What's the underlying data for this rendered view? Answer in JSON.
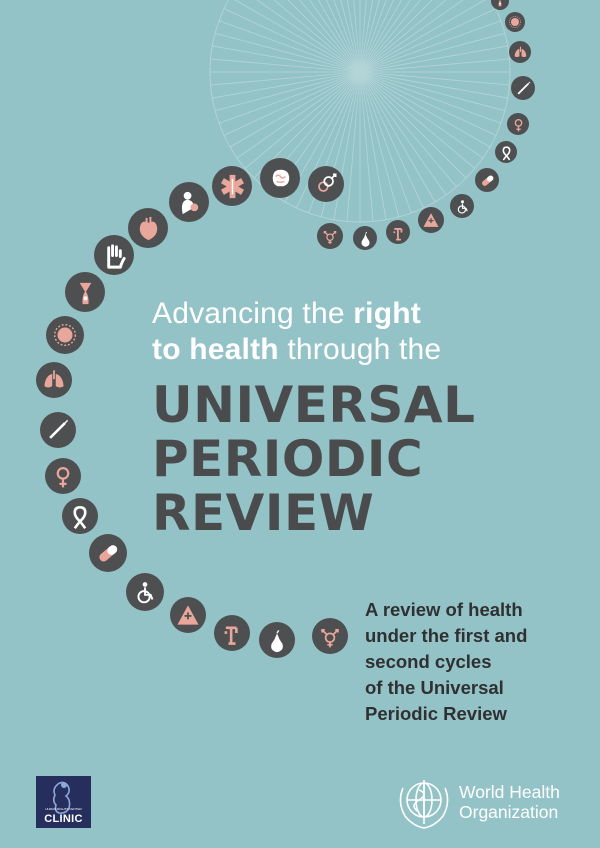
{
  "title": {
    "line1": "Advancing the ",
    "line1_bold": "right",
    "line2_bold": "to health",
    "line2": " through the",
    "big_lines": [
      "UNIVERSAL",
      "PERIODIC",
      "REVIEW"
    ]
  },
  "subtitle": {
    "lines": [
      "A review of health",
      "under the first and",
      "second cycles",
      "of the Universal",
      "Periodic Review"
    ]
  },
  "logos": {
    "clinic_small": "HUMAN RIGHTS CENTER",
    "clinic": "CLINIC",
    "who_line1": "World Health",
    "who_line2": "Organization"
  },
  "colors": {
    "background": "#94c3c7",
    "disc": "#4e4f51",
    "accent": "#e9a79c",
    "title_dark": "#4a4b4d",
    "white": "#ffffff"
  },
  "icons": [
    {
      "name": "transgender-icon"
    },
    {
      "name": "pear-icon"
    },
    {
      "name": "water-pump-icon"
    },
    {
      "name": "warning-triangle-icon"
    },
    {
      "name": "wheelchair-icon"
    },
    {
      "name": "pill-icon"
    },
    {
      "name": "ribbon-icon"
    },
    {
      "name": "female-symbol-icon"
    },
    {
      "name": "syringe-icon"
    },
    {
      "name": "lungs-icon"
    },
    {
      "name": "virus-icon"
    },
    {
      "name": "condom-icon"
    },
    {
      "name": "hand-icon"
    },
    {
      "name": "heart-organ-icon"
    },
    {
      "name": "breastfeeding-icon"
    },
    {
      "name": "medical-star-icon"
    },
    {
      "name": "brain-icon"
    },
    {
      "name": "gender-symbol-icon"
    },
    {
      "name": "transgender-icon"
    },
    {
      "name": "pear-icon"
    },
    {
      "name": "water-pump-icon"
    },
    {
      "name": "warning-triangle-icon"
    },
    {
      "name": "wheelchair-icon"
    },
    {
      "name": "pill-icon"
    },
    {
      "name": "ribbon-icon"
    },
    {
      "name": "female-symbol-icon"
    },
    {
      "name": "syringe-icon"
    },
    {
      "name": "lungs-icon"
    },
    {
      "name": "virus-icon"
    },
    {
      "name": "condom-icon"
    }
  ]
}
